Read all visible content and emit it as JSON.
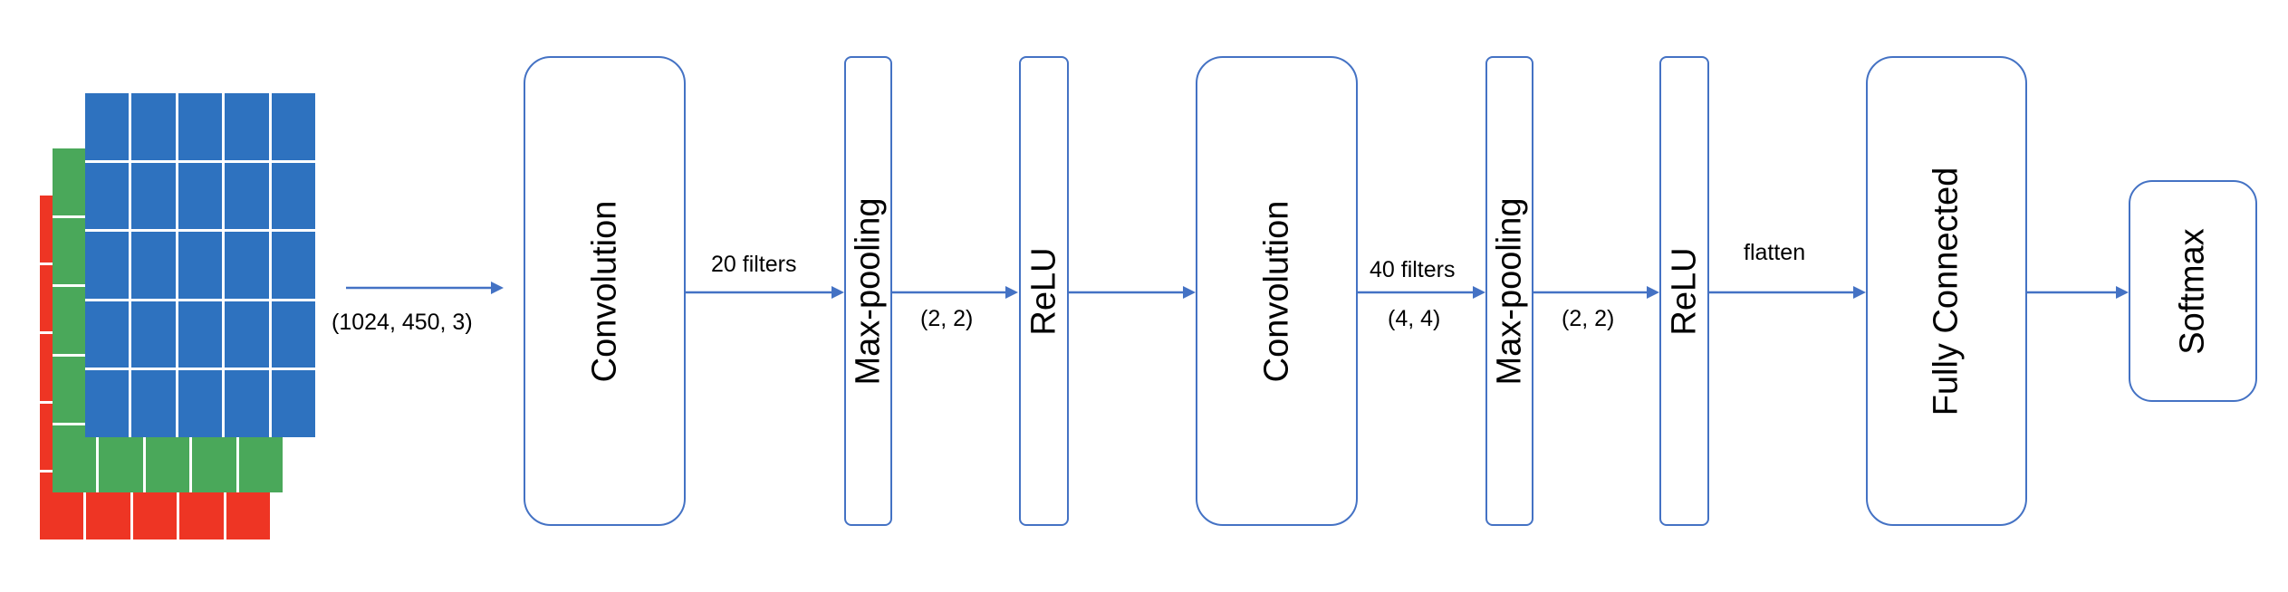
{
  "colors": {
    "accent": "#4472c4",
    "input_red": "#ee3524",
    "input_green": "#4aa85a",
    "input_blue": "#2e72bf"
  },
  "layers": [
    {
      "id": "conv1",
      "label": "Convolution"
    },
    {
      "id": "maxpool1",
      "label": "Max-pooling"
    },
    {
      "id": "relu1",
      "label": "ReLU"
    },
    {
      "id": "conv2",
      "label": "Convolution"
    },
    {
      "id": "maxpool2",
      "label": "Max-pooling"
    },
    {
      "id": "relu2",
      "label": "ReLU"
    },
    {
      "id": "fc",
      "label": "Fully Connected"
    },
    {
      "id": "softmax",
      "label": "Softmax"
    }
  ],
  "annotations": {
    "input_shape": "(1024, 450, 3)",
    "conv1_filters": "20 filters",
    "pool1_size": "(2, 2)",
    "conv2_filters": "40 filters",
    "conv2_kernel": "(4, 4)",
    "pool2_size": "(2, 2)",
    "flatten": "flatten"
  }
}
